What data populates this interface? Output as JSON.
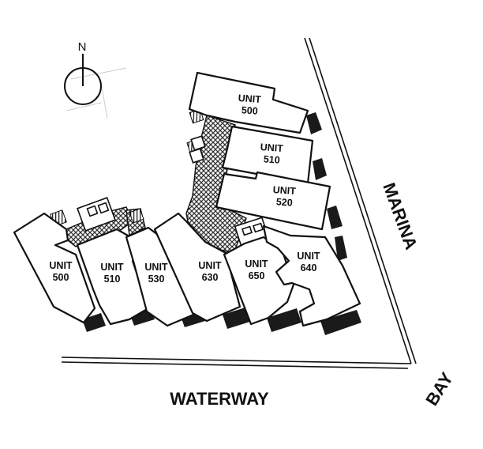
{
  "compass": {
    "north_label": "N"
  },
  "streets": {
    "waterway": "WATERWAY",
    "marina": "MARINA",
    "bay": "BAY"
  },
  "units": {
    "u500_east": [
      "UNIT",
      "500"
    ],
    "u510_east": [
      "UNIT",
      "510"
    ],
    "u520": [
      "UNIT",
      "520"
    ],
    "u500_west": [
      "UNIT",
      "500"
    ],
    "u510_west": [
      "UNIT",
      "510"
    ],
    "u530": [
      "UNIT",
      "530"
    ],
    "u630": [
      "UNIT",
      "630"
    ],
    "u650": [
      "UNIT",
      "650"
    ],
    "u640": [
      "UNIT",
      "640"
    ]
  },
  "colors": {
    "ink": "#111111",
    "hatch": "#333333",
    "paper": "#ffffff"
  }
}
